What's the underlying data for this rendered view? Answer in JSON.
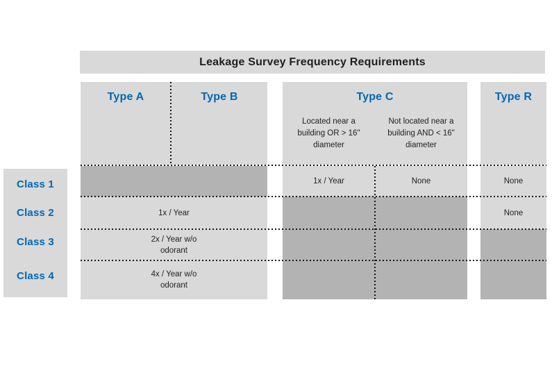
{
  "colors": {
    "accent_blue": "#0068b5",
    "cell_light_gray": "#d9d9d9",
    "cell_dark_gray": "#b3b3b3",
    "text_dark": "#1f1f1f",
    "dotted_line": "#161616",
    "background": "#ffffff"
  },
  "table": {
    "title": "Leakage Survey Frequency Requirements",
    "header": {
      "type_a": "Type A",
      "type_b": "Type B",
      "type_c": "Type C",
      "type_c_sub_left": "Located near a\nbuilding OR > 16\"\ndiameter",
      "type_c_sub_right": "Not located near a\nbuilding AND < 16\"\ndiameter",
      "type_r": "Type R"
    },
    "row_labels": [
      "Class 1",
      "Class 2",
      "Class 3",
      "Class 4"
    ],
    "cells": {
      "class1_typeab": "",
      "class1_typec_near": "1x / Year",
      "class1_typec_notnear": "None",
      "class1_typer": "None",
      "class2_typeab": "1x / Year",
      "class2_typec_near": "",
      "class2_typec_notnear": "",
      "class2_typer": "None",
      "class3_typeab": "2x / Year w/o\nodorant",
      "class3_typec_near": "",
      "class3_typec_notnear": "",
      "class3_typer": "",
      "class4_typeab": "4x / Year w/o\nodorant",
      "class4_typec_near": "",
      "class4_typec_notnear": "",
      "class4_typer": ""
    }
  },
  "chart_data": {
    "type": "table",
    "title": "Leakage Survey Frequency Requirements",
    "columns": [
      "Type A",
      "Type B",
      "Type C - Located near a building OR > 16\" diameter",
      "Type C - Not located near a building AND < 16\" diameter",
      "Type R"
    ],
    "rows": [
      "Class 1",
      "Class 2",
      "Class 3",
      "Class 4"
    ],
    "notes": "Type A and Type B share merged value cells; blank entries are shown as dark gray (not applicable) cells",
    "values": [
      [
        "",
        "",
        "1x / Year",
        "None",
        "None"
      ],
      [
        "1x / Year",
        "1x / Year",
        "",
        "",
        "None"
      ],
      [
        "2x / Year w/o odorant",
        "2x / Year w/o odorant",
        "",
        "",
        ""
      ],
      [
        "4x / Year w/o odorant",
        "4x / Year w/o odorant",
        "",
        "",
        ""
      ]
    ],
    "layout": "dotted black separators between rows, dotted divider between Type A/B headers and between Type C sub-columns"
  }
}
